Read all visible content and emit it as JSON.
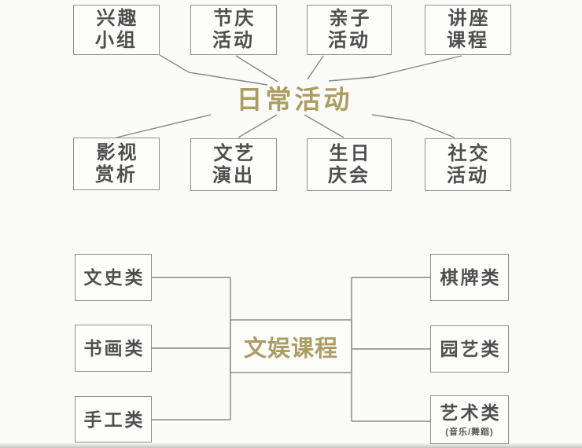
{
  "daily_activities": {
    "title": "日常活动",
    "top_nodes": [
      {
        "label": "兴趣\n小组"
      },
      {
        "label": "节庆\n活动"
      },
      {
        "label": "亲子\n活动"
      },
      {
        "label": "讲座\n课程"
      }
    ],
    "bottom_nodes": [
      {
        "label": "影视\n赏析"
      },
      {
        "label": "文艺\n演出"
      },
      {
        "label": "生日\n庆会"
      },
      {
        "label": "社交\n活动"
      }
    ]
  },
  "culture_courses": {
    "title": "文娱课程",
    "left_nodes": [
      {
        "label": "文史类"
      },
      {
        "label": "书画类"
      },
      {
        "label": "手工类"
      }
    ],
    "right_nodes": [
      {
        "label": "棋牌类"
      },
      {
        "label": "园艺类"
      },
      {
        "label": "艺术类",
        "sublabel": "(音乐/舞蹈)"
      }
    ]
  },
  "colors": {
    "accent_gold": "#ad9d63",
    "box_border": "#8f8f8f",
    "connector_line": "#868686",
    "node_text": "#4f4f4f",
    "background": "#fbfbfa"
  }
}
